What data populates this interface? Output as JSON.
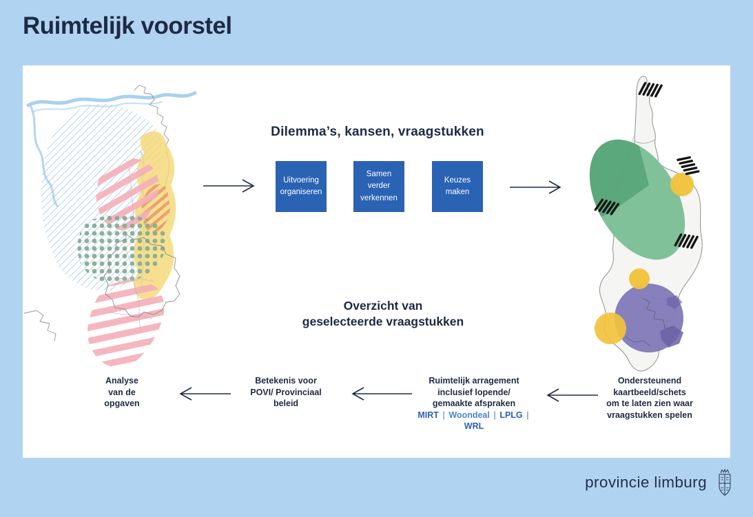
{
  "title": "Ruimtelijk voorstel",
  "flow": {
    "heading_top": "Dilemma’s, kansen, vraagstukken",
    "boxes": [
      {
        "label": "Uitvoering organiseren"
      },
      {
        "label": "Samen verder verkennen"
      },
      {
        "label": "Keuzes maken"
      }
    ],
    "heading_mid": [
      "Overzicht van",
      "geselecteerde vraagstukken"
    ],
    "steps": {
      "analyse": {
        "lines": [
          "Analyse",
          "van de",
          "opgaven"
        ]
      },
      "betekenis": {
        "lines": [
          "Betekenis voor",
          "POVI/ Provinciaal",
          "beleid"
        ]
      },
      "arrangement": {
        "lines": [
          "Ruimtelijk arragement",
          "inclusief lopende/",
          "gemaakte afspraken"
        ],
        "tags": [
          "MIRT",
          "Woondeal",
          "LPLG",
          "WRL"
        ],
        "separator": "|"
      },
      "kaartbeeld": {
        "lines": [
          "Ondersteunend",
          "kaartbeeld/schets",
          "om te laten zien waar",
          "vraagstukken spelen"
        ]
      }
    }
  },
  "maps": {
    "left_map": "sketch map of Limburg with analysis overlays",
    "right_map": "schematic map of Limburg with selected issue areas"
  },
  "icons": {
    "arrow_right": "arrow-right",
    "arrow_left": "arrow-left",
    "hatch_mark": "black-hatch-marker",
    "coat_of_arms": "limburg-coat-of-arms"
  },
  "footer": {
    "logo_text": "provincie limburg"
  },
  "colors": {
    "background": "#b0d3f2",
    "card": "#ffffff",
    "navy": "#1e2a44",
    "box_blue": "#2a62b4",
    "tag_blue": "#2d5fb3",
    "tag_blue_light": "#4d84cd",
    "map_blue_hatch": "#9cc6e6",
    "map_yellow_band": "#f5d878",
    "map_pink": "#f4aeb9",
    "map_orange": "#e99a6d",
    "map_green_dots": "#86ad92",
    "ellipse_green": "#7cbf97",
    "ellipse_green_dark": "#57a67a",
    "circle_yellow": "#f1c23c",
    "circle_purple": "#8279b8",
    "hatch_black": "#141414",
    "river_blue": "#a9d1ee",
    "border_gray": "#8e8e8e"
  }
}
